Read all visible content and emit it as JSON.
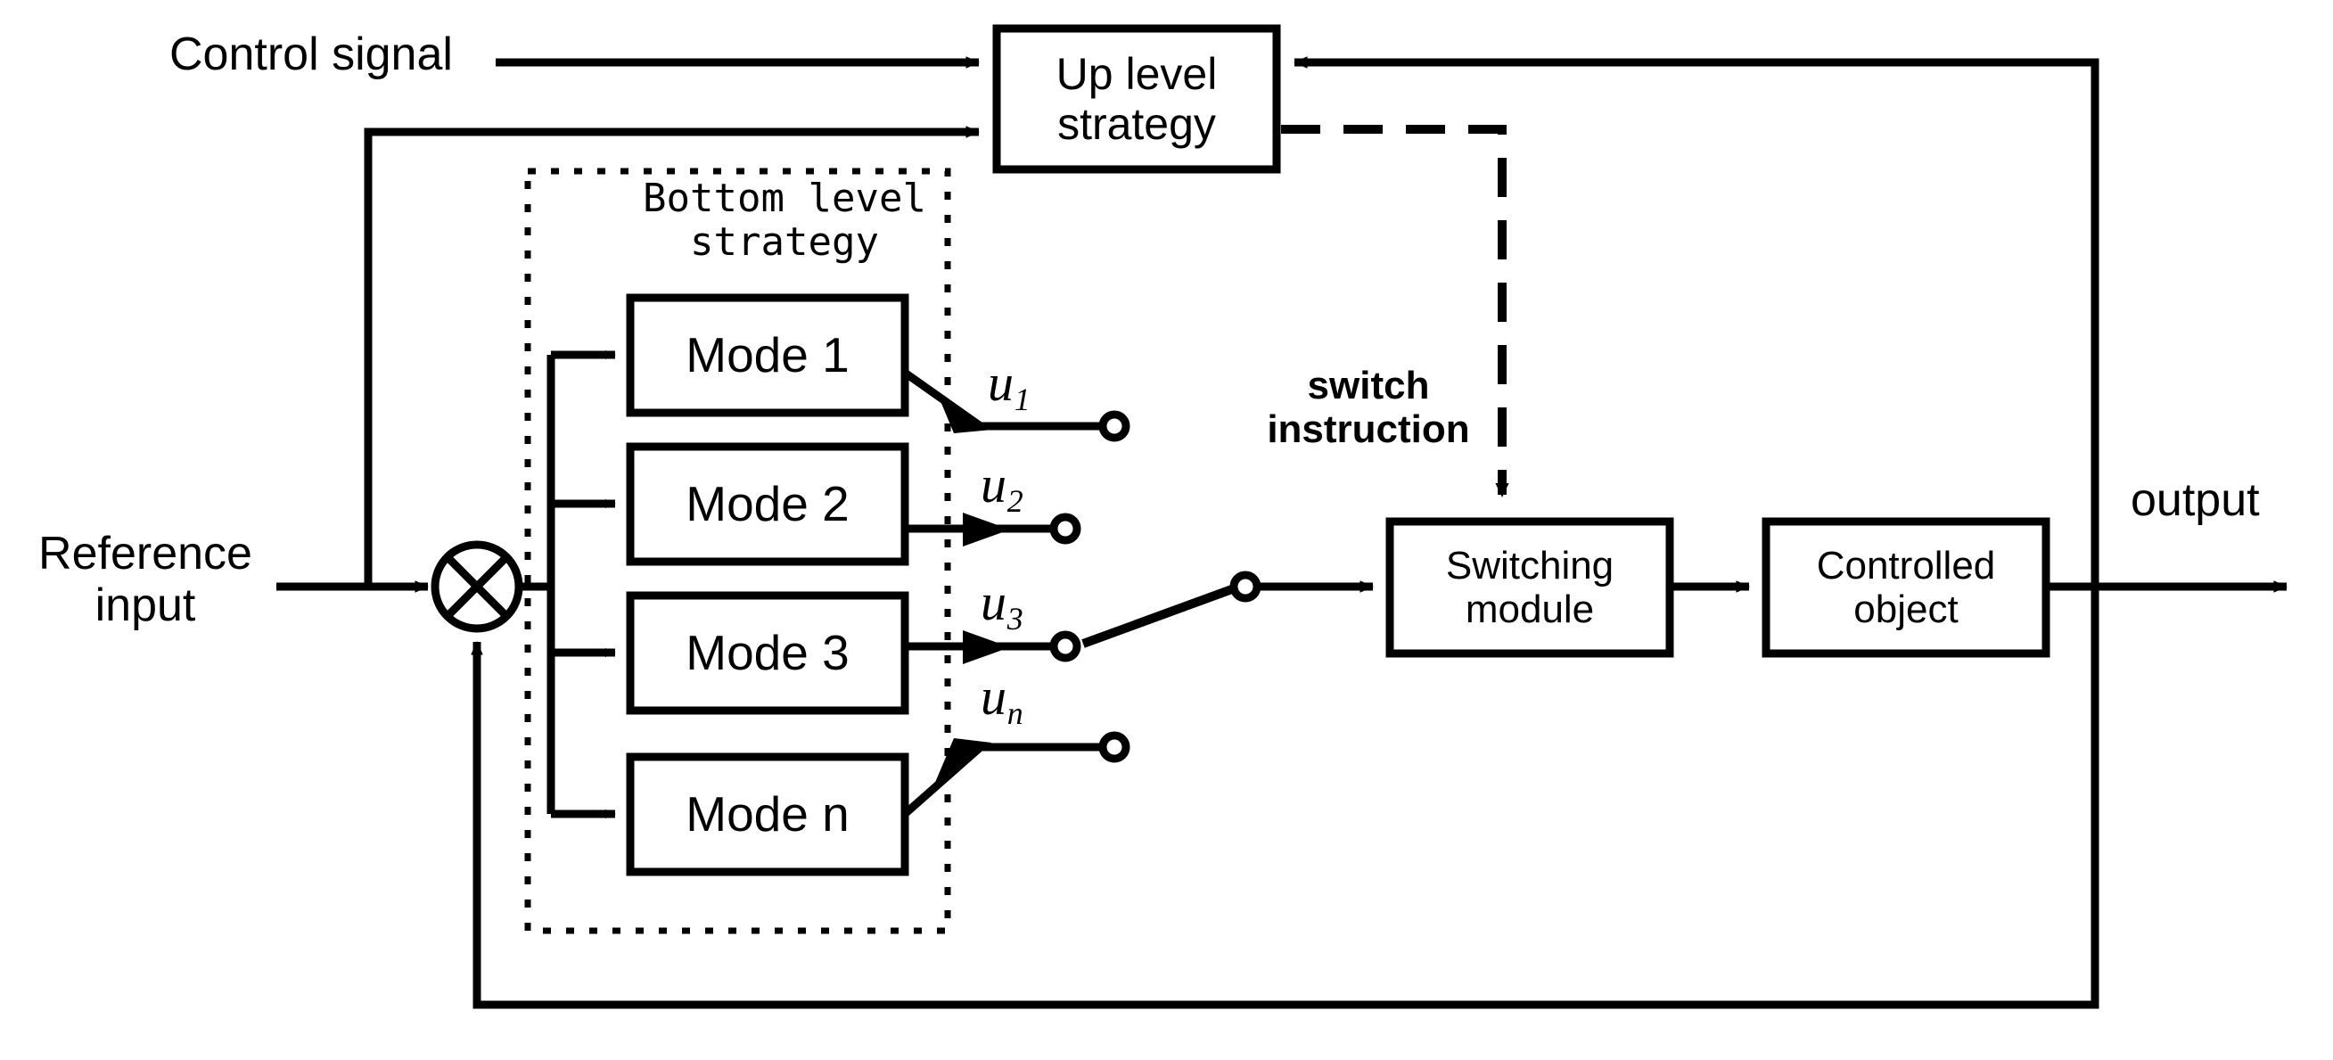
{
  "diagram": {
    "title": "Hierarchical switching control block diagram",
    "stroke_color": "#000000",
    "background_color": "#ffffff"
  },
  "blocks": {
    "up_level_strategy": "Up level\nstrategy",
    "switching_module": "Switching\nmodule",
    "controlled_object": "Controlled\nobject",
    "bottom_level_strategy": "Bottom level\nstrategy",
    "modes": [
      {
        "label": "Mode 1"
      },
      {
        "label": "Mode 2"
      },
      {
        "label": "Mode 3"
      },
      {
        "label": "Mode n"
      }
    ]
  },
  "signals": {
    "control_signal": "Control signal",
    "reference_input": "Reference\ninput",
    "output": "output",
    "switch_instruction": "switch\ninstruction"
  },
  "control_variables": [
    {
      "base": "u",
      "sub": "1"
    },
    {
      "base": "u",
      "sub": "2"
    },
    {
      "base": "u",
      "sub": "3"
    },
    {
      "base": "u",
      "sub": "n"
    }
  ],
  "summing_junction": {
    "icon": "cross-circle-icon"
  }
}
